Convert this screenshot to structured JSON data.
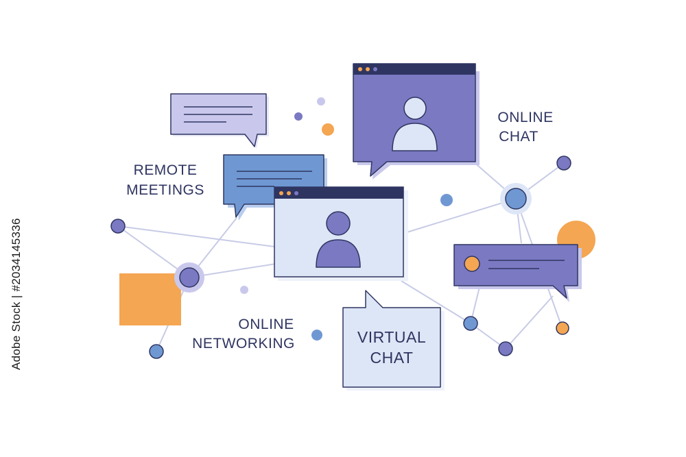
{
  "labels": {
    "remote_meetings_1": "REMOTE",
    "remote_meetings_2": "MEETINGS",
    "online_chat_1": "ONLINE",
    "online_chat_2": "CHAT",
    "online_networking_1": "ONLINE",
    "online_networking_2": "NETWORKING",
    "virtual_chat_1": "VIRTUAL",
    "virtual_chat_2": "CHAT"
  },
  "side_text": "Adobe Stock | #2034145336",
  "colors": {
    "navy": "#2f3561",
    "purple": "#7a79c2",
    "light_purple": "#c9c8ec",
    "blue": "#6f98d3",
    "pale_blue": "#dde6f6",
    "orange": "#f4a652",
    "line": "#c7cbe6"
  }
}
